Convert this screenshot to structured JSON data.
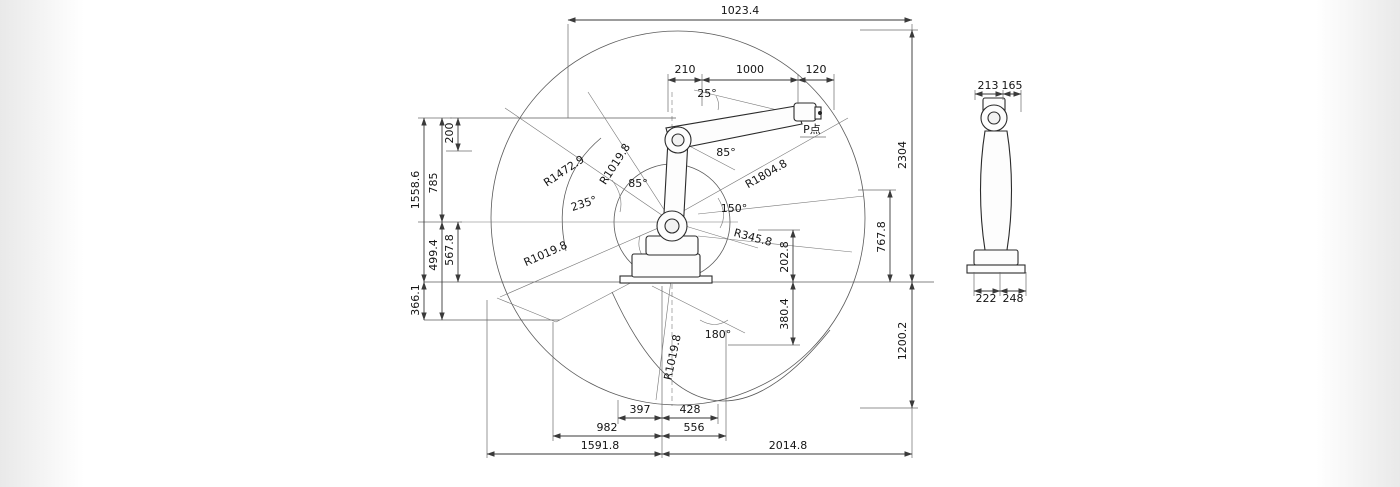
{
  "page": {
    "background": "#ffffff",
    "line_color": "#3a3a3a",
    "text_color": "#141414"
  },
  "front_view": {
    "top_dims": {
      "overall": "1023.4",
      "a": "210",
      "b": "1000",
      "c": "120"
    },
    "left_dims": {
      "h1558": "1558.6",
      "h785": "785",
      "h200": "200",
      "h567": "567.8",
      "h499": "499.4",
      "h366": "366.1"
    },
    "right_dims": {
      "h2304": "2304",
      "h767": "767.8",
      "h202": "202.8",
      "h380": "380.4",
      "h1200": "1200.2"
    },
    "bottom_dims": {
      "a": "397",
      "b": "428",
      "c": "982",
      "d": "556",
      "e": "1591.8",
      "f": "2014.8"
    },
    "angles": {
      "wrist_pitch": "25°",
      "wrist_range": "85°",
      "shoulder_back": "85°",
      "elbow_range": "150°",
      "base_range": "235°",
      "bottom_range": "180°"
    },
    "radii": {
      "r1": "R1472.9",
      "r2": "R1019.8",
      "r3": "R1804.8",
      "r4": "R345.8",
      "r5": "R1019.8",
      "r6": "R1019.8"
    },
    "labels": {
      "p_point": "P点"
    }
  },
  "side_view": {
    "top_dims": {
      "a": "213",
      "b": "165"
    },
    "bottom_dims": {
      "a": "222",
      "b": "248"
    }
  }
}
